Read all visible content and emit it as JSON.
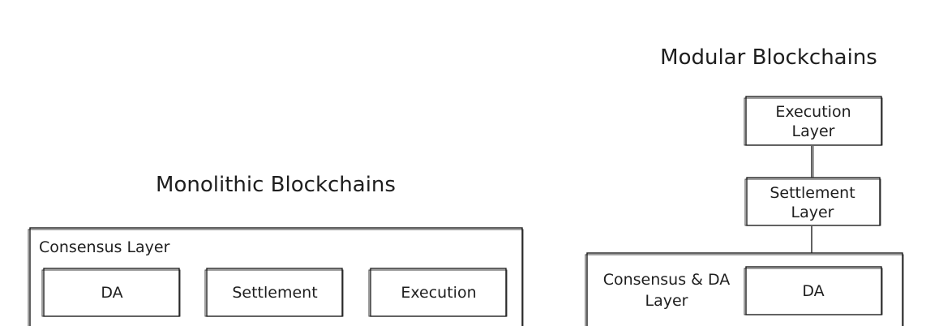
{
  "monolithic": {
    "title": "Monolithic Blockchains",
    "outer_label": "Consensus Layer",
    "boxes": [
      "DA",
      "Settlement",
      "Execution"
    ]
  },
  "modular": {
    "title": "Modular Blockchains",
    "execution": [
      "Execution",
      "Layer"
    ],
    "settlement": [
      "Settlement",
      "Layer"
    ],
    "consensus": [
      "Consensus & DA",
      "Layer"
    ],
    "da": "DA"
  }
}
